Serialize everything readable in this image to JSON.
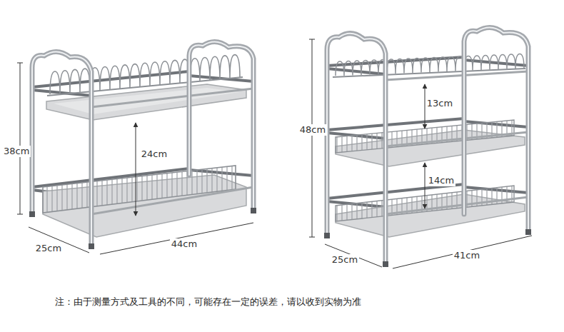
{
  "diagram": {
    "labels": [
      "38cm",
      "24cm",
      "25cm",
      "44cm",
      "48cm",
      "13cm",
      "14cm",
      "25cm",
      "41cm",
      "注：由于测量方式及工具的不同，可能存在一定的误差，请以收到实物为准"
    ]
  }
}
